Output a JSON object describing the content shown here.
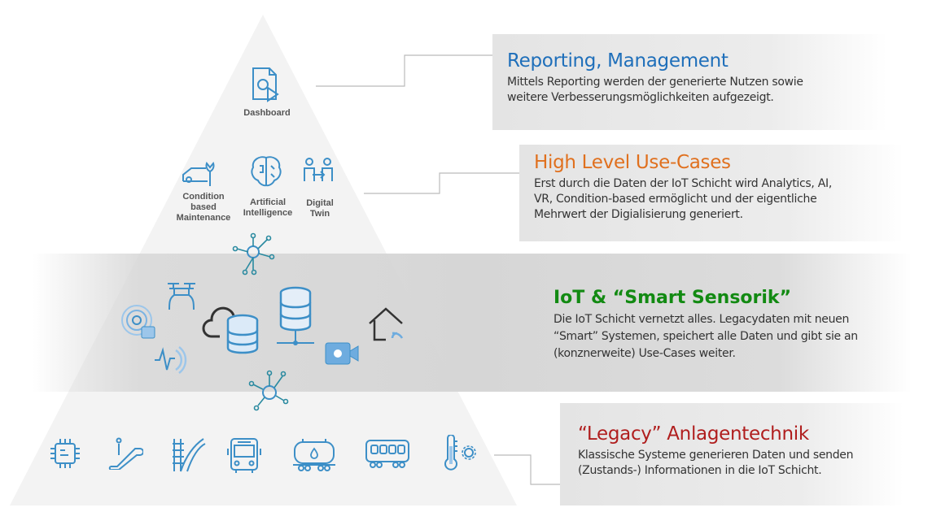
{
  "colors": {
    "reporting": "#1f6fba",
    "highlevel": "#e0701e",
    "iot": "#128a12",
    "legacy": "#b01e1e",
    "icon": "#3d8fc7"
  },
  "pyramid": {
    "top": {
      "label": "Dashboard"
    },
    "use_cases": [
      {
        "label": "Condition based Maintenance"
      },
      {
        "label": "Artificial Intelligence"
      },
      {
        "label": "Digital Twin"
      }
    ]
  },
  "sections": {
    "reporting": {
      "title": "Reporting, Management",
      "text": "Mittels Reporting werden der generierte Nutzen sowie weitere Verbesserungsmöglichkeiten aufgezeigt."
    },
    "highlevel": {
      "title": "High Level Use-Cases",
      "text": "Erst durch die Daten der IoT Schicht wird Analytics, AI, VR, Condition-based ermöglicht und der eigentliche Mehrwert der Digialisierung generiert."
    },
    "iot": {
      "title": "IoT & “Smart Sensorik”",
      "text": "Die IoT Schicht vernetzt alles. Legacydaten mit neuen “Smart” Systemen, speichert alle Daten und gibt sie an (konznerweite) Use-Cases weiter."
    },
    "legacy": {
      "title": "“Legacy” Anlagentechnik",
      "text": "Klassische Systeme generieren Daten und senden (Zustands-) Informationen in die IoT Schicht."
    }
  }
}
